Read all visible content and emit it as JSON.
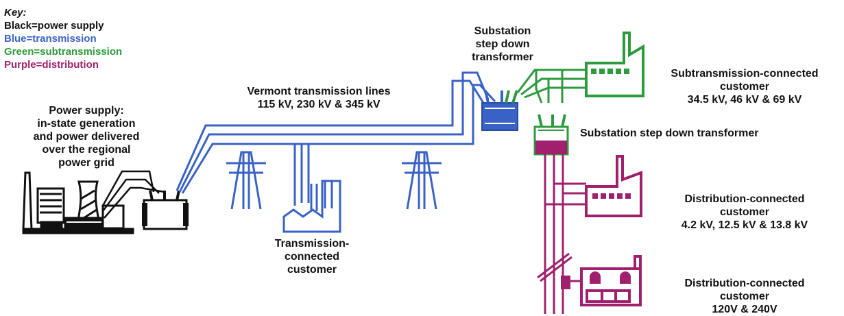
{
  "key": {
    "title": "Key:",
    "items": [
      {
        "text": "Black=power supply",
        "color": "#111111"
      },
      {
        "text": "Blue=transmission",
        "color": "#3a62c6"
      },
      {
        "text": "Green=subtransmission",
        "color": "#2e9a3e"
      },
      {
        "text": "Purple=distribution",
        "color": "#a0206e"
      }
    ]
  },
  "labels": {
    "power_supply": [
      "Power supply:",
      "in-state generation",
      "and power delivered",
      "over the regional",
      "power grid"
    ],
    "vermont_lines": [
      "Vermont transmission lines",
      "115 kV, 230 kV & 345 kV"
    ],
    "substation_top": [
      "Substation",
      "step down",
      "transformer"
    ],
    "subtransmission_customer": [
      "Subtransmission-connected",
      "customer",
      "34.5 kV, 46 kV & 69 kV"
    ],
    "substation_mid": [
      "Substation step down transformer"
    ],
    "transmission_customer": [
      "Transmission-",
      "connected",
      "customer"
    ],
    "distribution_customer_1": [
      "Distribution-connected",
      "customer",
      "4.2 kV, 12.5 kV & 13.8 kV"
    ],
    "distribution_customer_2": [
      "Distribution-connected",
      "customer",
      "120V & 240V"
    ]
  },
  "colors": {
    "power_supply": "#111111",
    "transmission": "#3a62c6",
    "subtransmission": "#2e9a3e",
    "distribution": "#a0206e"
  }
}
